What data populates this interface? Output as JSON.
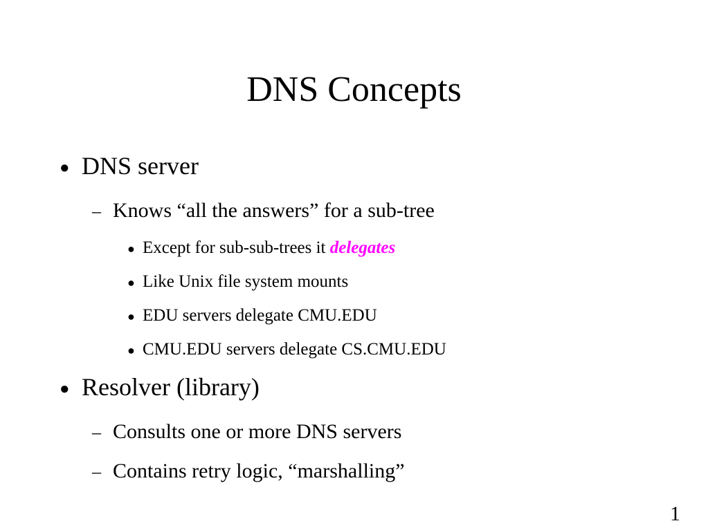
{
  "slide": {
    "title": "DNS Concepts",
    "page_number": "1",
    "bullet_symbols": {
      "level1": "●",
      "level2": "–",
      "level3": "●"
    },
    "items": [
      {
        "text": "DNS server"
      },
      {
        "text": "Knows “all the answers” for a sub-tree"
      },
      {
        "text_before": "Except for sub-sub-trees it ",
        "emphasis": "delegates"
      },
      {
        "text": "Like Unix file system mounts"
      },
      {
        "text": "EDU servers delegate CMU.EDU"
      },
      {
        "text": "CMU.EDU servers delegate CS.CMU.EDU"
      },
      {
        "text": "Resolver (library)"
      },
      {
        "text": "Consults one or more DNS servers"
      },
      {
        "text": "Contains retry logic, “marshalling”"
      }
    ],
    "colors": {
      "emphasis": "#ff00ff",
      "text": "#000000",
      "background": "#ffffff"
    }
  }
}
